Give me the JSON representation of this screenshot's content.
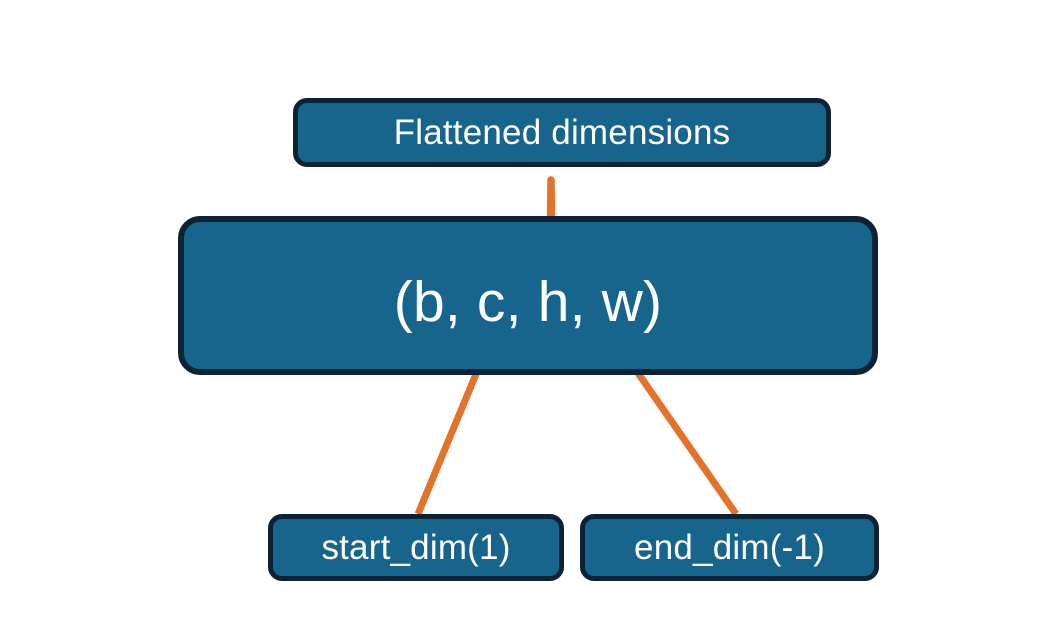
{
  "diagram": {
    "title_node": {
      "label": "Flattened dimensions",
      "name": "flattened-dimensions-node"
    },
    "shape_node": {
      "label": "(b, c, h, w)",
      "name": "tensor-shape-node"
    },
    "arg_nodes": [
      {
        "label": "start_dim(1)",
        "name": "start-dim-node"
      },
      {
        "label": "end_dim(-1)",
        "name": "end-dim-node"
      }
    ],
    "connectors": [
      {
        "name": "brace-connector",
        "kind": "curly-brace",
        "from": "flattened-dimensions-node",
        "to": "tensor-shape-node",
        "spans_dims": "c, h, w"
      },
      {
        "name": "start-dim-arrow",
        "kind": "arrow",
        "from": "start-dim-node",
        "to": "tensor-shape-node",
        "points_at_dim": "c"
      },
      {
        "name": "end-dim-arrow",
        "kind": "arrow",
        "from": "end-dim-node",
        "to": "tensor-shape-node",
        "points_at_dim": "w"
      }
    ]
  },
  "colors": {
    "node_fill": "#17648C",
    "node_border": "#0D2233",
    "node_text": "#FFFFFF",
    "connector": "#E3722A",
    "background": "#FFFFFF"
  }
}
